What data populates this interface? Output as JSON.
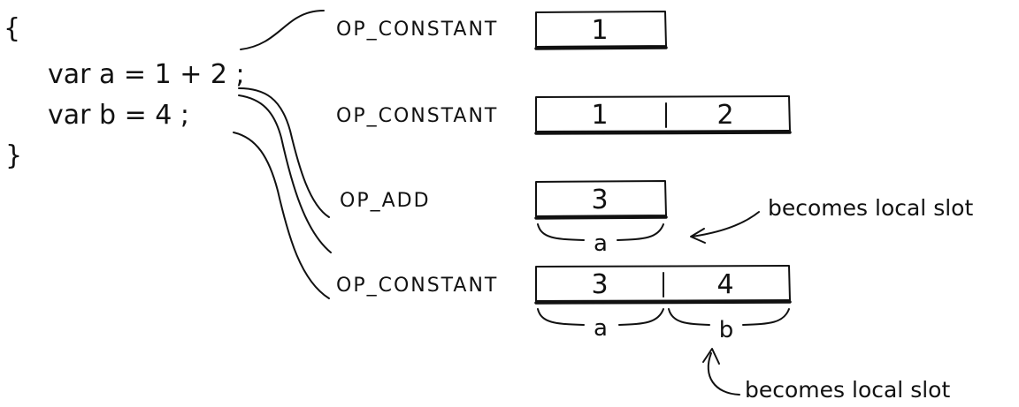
{
  "code": {
    "open_brace": "{",
    "line1": "var a = 1 + 2 ;",
    "line2": "var b = 4 ;",
    "close_brace": "}"
  },
  "rows": [
    {
      "op": "OP_CONSTANT",
      "values": [
        "1"
      ]
    },
    {
      "op": "OP_CONSTANT",
      "values": [
        "1",
        "2"
      ]
    },
    {
      "op": "OP_ADD",
      "values": [
        "3"
      ],
      "slots": [
        "a"
      ]
    },
    {
      "op": "OP_CONSTANT",
      "values": [
        "3",
        "4"
      ],
      "slots": [
        "a",
        "b"
      ]
    }
  ],
  "annotations": {
    "upper": "becomes local slot",
    "lower": "becomes local slot"
  },
  "colors": {
    "ink": "#111111",
    "background": "#ffffff"
  }
}
